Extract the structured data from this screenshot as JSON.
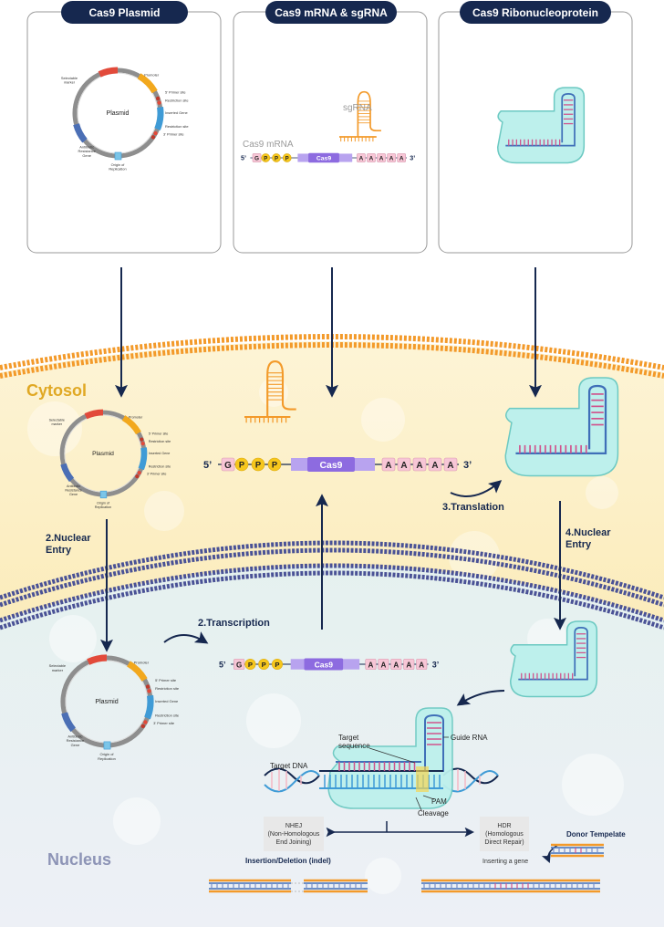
{
  "sources": {
    "plasmid_title": "Cas9 Plasmid",
    "mrna_title": "Cas9 mRNA & sgRNA",
    "rnp_title": "Cas9 Ribonucleoprotein"
  },
  "plasmid": {
    "center": "Plasmid",
    "labels": {
      "selectable": "Selectable marker",
      "promoter": "Promoter",
      "primer5": "5' Primer site",
      "restriction1": "Restriction site",
      "inserted": "Inserted Gene",
      "restriction2": "Restriction site",
      "primer3": "3' Primer site",
      "antibiotic": "Antibiotic Resistance Gene",
      "origin": "Origin of Replication"
    }
  },
  "rna": {
    "sgrna": "sgRNA",
    "mrna_label": "Cas9 mRNA",
    "five_prime": "5’",
    "three_prime": "3’",
    "g": "G",
    "p": "P",
    "cas9": "Cas9",
    "a": "A"
  },
  "regions": {
    "cytosol": "Cytosol",
    "nucleus": "Nucleus"
  },
  "steps": {
    "nuclear_entry_left": [
      "2.Nuclear",
      "Entry"
    ],
    "transcription": "2.Transcription",
    "translation": "3.Translation",
    "nuclear_entry_right": [
      "4.Nuclear",
      "Entry"
    ]
  },
  "editing": {
    "target_sequence": [
      "Target",
      "sequence"
    ],
    "guide_rna": "Guide RNA",
    "target_dna": "Target DNA",
    "pam": "PAM",
    "cleavage": "Cleavage",
    "nhej": [
      "NHEJ",
      "(Non-Homologous",
      "End Joining)"
    ],
    "hdr": [
      "HDR",
      "(Homologous",
      "Direct Repair)"
    ],
    "indel": "Insertion/Deletion (indel)",
    "donor": "Donor Tempelate",
    "inserting": "Inserting a gene"
  },
  "colors": {
    "navy": "#16284f",
    "orange": "#f39a2a",
    "cytosol_title": "#e0a823",
    "nucleus_title": "#8d94b6",
    "cytosol_fill": "#fbeab2",
    "nucleus_fill": "#e8f1f1",
    "membrane": "#4a5296",
    "cas9_purple": "#8d6be0",
    "cas9_light": "#b8a3ef",
    "cap_yellow": "#f6c71c",
    "poly_a_pink": "#f7c6d6",
    "protein_teal": "#bdf0ec",
    "rna_orange": "#f39a2a"
  }
}
